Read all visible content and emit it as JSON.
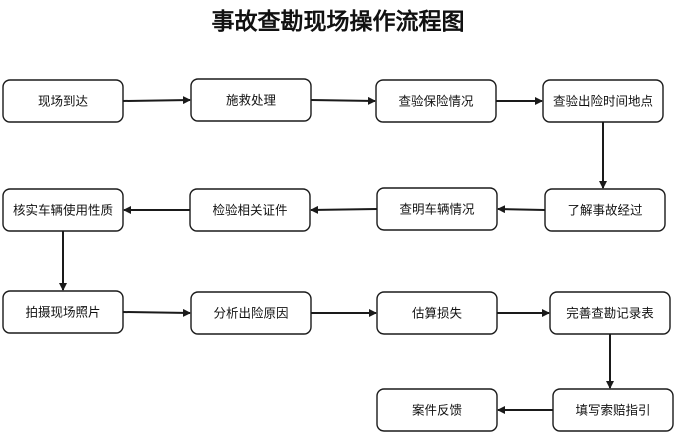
{
  "title": "事故查勘现场操作流程图",
  "nodes": [
    {
      "id": "n1",
      "label": "现场到达"
    },
    {
      "id": "n2",
      "label": "施救处理"
    },
    {
      "id": "n3",
      "label": "查验保险情况"
    },
    {
      "id": "n4",
      "label": "查验出险时间地点"
    },
    {
      "id": "n5",
      "label": "了解事故经过"
    },
    {
      "id": "n6",
      "label": "查明车辆情况"
    },
    {
      "id": "n7",
      "label": "检验相关证件"
    },
    {
      "id": "n8",
      "label": "核实车辆使用性质"
    },
    {
      "id": "n9",
      "label": "拍摄现场照片"
    },
    {
      "id": "n10",
      "label": "分析出险原因"
    },
    {
      "id": "n11",
      "label": "估算损失"
    },
    {
      "id": "n12",
      "label": "完善查勘记录表"
    },
    {
      "id": "n13",
      "label": "填写索赔指引"
    },
    {
      "id": "n14",
      "label": "案件反馈"
    }
  ],
  "edges": [
    [
      "n1",
      "n2"
    ],
    [
      "n2",
      "n3"
    ],
    [
      "n3",
      "n4"
    ],
    [
      "n4",
      "n5"
    ],
    [
      "n5",
      "n6"
    ],
    [
      "n6",
      "n7"
    ],
    [
      "n7",
      "n8"
    ],
    [
      "n8",
      "n9"
    ],
    [
      "n9",
      "n10"
    ],
    [
      "n10",
      "n11"
    ],
    [
      "n11",
      "n12"
    ],
    [
      "n12",
      "n13"
    ],
    [
      "n13",
      "n14"
    ]
  ]
}
